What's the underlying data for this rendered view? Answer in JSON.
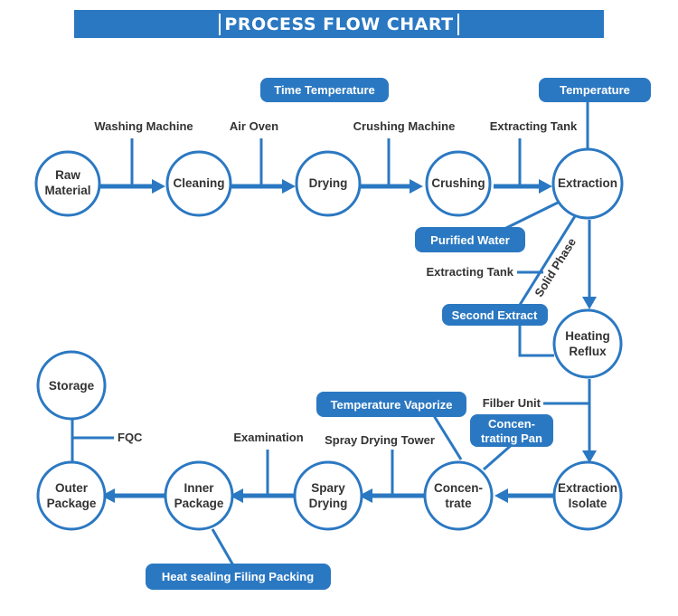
{
  "title": "PROCESS FLOW CHART",
  "colors": {
    "accent": "#2b78c2",
    "text": "#333333",
    "background": "#ffffff"
  },
  "nodes": {
    "raw_material": [
      "Raw",
      "Material"
    ],
    "cleaning": [
      "Cleaning"
    ],
    "drying": [
      "Drying"
    ],
    "crushing": [
      "Crushing"
    ],
    "extraction": [
      "Extraction"
    ],
    "heating_reflux": [
      "Heating",
      "Reflux"
    ],
    "extraction_isolate": [
      "Extraction",
      "Isolate"
    ],
    "concentrate": [
      "Concen-",
      "trate"
    ],
    "spary_drying": [
      "Spary",
      "Drying"
    ],
    "inner_package": [
      "Inner",
      "Package"
    ],
    "outer_package": [
      "Outer",
      "Package"
    ],
    "storage": [
      "Storage"
    ]
  },
  "pills": {
    "time_temperature": [
      "Time Temperature"
    ],
    "temperature": [
      "Temperature"
    ],
    "purified_water": [
      "Purified Water"
    ],
    "second_extract": [
      "Second Extract"
    ],
    "temperature_vaporize": [
      "Temperature Vaporize"
    ],
    "concentrating_pan": [
      "Concen-",
      "trating Pan"
    ],
    "heat_sealing": [
      "Heat sealing Filing Packing"
    ]
  },
  "labels": {
    "washing_machine": "Washing Machine",
    "air_oven": "Air Oven",
    "crushing_machine": "Crushing Machine",
    "extracting_tank_1": "Extracting Tank",
    "extracting_tank_2": "Extracting Tank",
    "solid_phase": "Solid Phase",
    "filber_unit": "Filber Unit",
    "spray_drying_tower": "Spray Drying Tower",
    "examination": "Examination",
    "fqc": "FQC"
  }
}
